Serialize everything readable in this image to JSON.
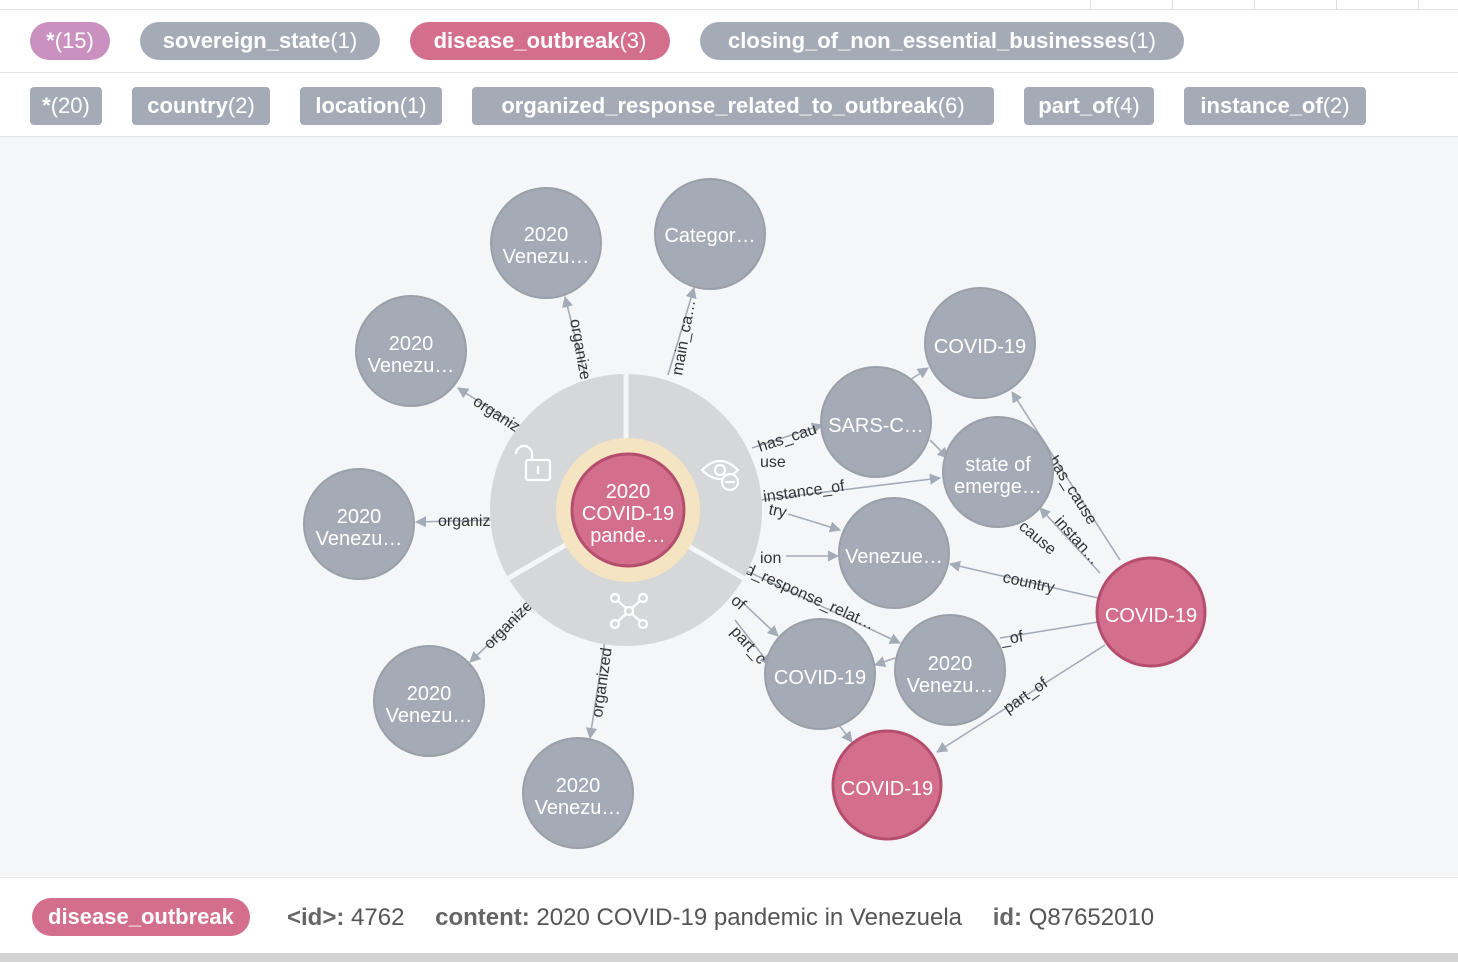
{
  "label_filters": [
    {
      "name": "*",
      "count": "(15)",
      "color": "#c990c0"
    },
    {
      "name": "sovereign_state",
      "count": "(1)",
      "color": "#a5abb6"
    },
    {
      "name": "disease_outbreak",
      "count": "(3)",
      "color": "#d36f8c"
    },
    {
      "name": "closing_of_non_essential_businesses",
      "count": "(1)",
      "color": "#a5abb6"
    }
  ],
  "relationship_filters": [
    {
      "name": "*",
      "count": "(20)"
    },
    {
      "name": "country",
      "count": "(2)"
    },
    {
      "name": "location",
      "count": "(1)"
    },
    {
      "name": "organized_response_related_to_outbreak",
      "count": "(6)"
    },
    {
      "name": "part_of",
      "count": "(4)"
    },
    {
      "name": "instance_of",
      "count": "(2)"
    }
  ],
  "colors": {
    "gray_node": "#a5abb6",
    "pink_node": "#d36f8c",
    "pink_stroke": "#b54e6e",
    "gray_stroke": "#9a9fa8",
    "edge": "#a5abb6"
  },
  "graph": {
    "nodes": [
      {
        "id": "center",
        "line1": "2020",
        "line2": "COVID-19",
        "line3": "pande…",
        "color": "pink",
        "selected": true
      },
      {
        "id": "v_top",
        "line1": "2020",
        "line2": "Venezu…",
        "color": "gray"
      },
      {
        "id": "categ",
        "line1": "Categor…",
        "line2": "",
        "color": "gray"
      },
      {
        "id": "v_ul",
        "line1": "2020",
        "line2": "Venezu…",
        "color": "gray"
      },
      {
        "id": "v_left",
        "line1": "2020",
        "line2": "Venezu…",
        "color": "gray"
      },
      {
        "id": "v_ll",
        "line1": "2020",
        "line2": "Venezu…",
        "color": "gray"
      },
      {
        "id": "v_bot",
        "line1": "2020",
        "line2": "Venezu…",
        "color": "gray"
      },
      {
        "id": "covid_tr",
        "line1": "COVID-19",
        "line2": "",
        "color": "gray"
      },
      {
        "id": "sars",
        "line1": "SARS-C…",
        "line2": "",
        "color": "gray"
      },
      {
        "id": "state",
        "line1": "state of",
        "line2": "emerge…",
        "color": "gray"
      },
      {
        "id": "venezue",
        "line1": "Venezue…",
        "line2": "",
        "color": "gray"
      },
      {
        "id": "covid_mid",
        "line1": "COVID-19",
        "line2": "",
        "color": "gray"
      },
      {
        "id": "v_mid",
        "line1": "2020",
        "line2": "Venezu…",
        "color": "gray"
      },
      {
        "id": "covid_right",
        "line1": "COVID-19",
        "line2": "",
        "color": "pink"
      },
      {
        "id": "covid_bot",
        "line1": "COVID-19",
        "line2": "",
        "color": "pink"
      }
    ],
    "edge_labels": {
      "organize_top": "organize",
      "main_ca": "main_ca…",
      "organiz_ul": "organiz",
      "organiz_left": "organiz",
      "organize_ll": "organize",
      "organized_bot": "organized",
      "has_cau": "has_cau",
      "use": "use",
      "instance_of": "instance_of",
      "try": "try",
      "ion": "ion",
      "organized_response": "organized_response_relat…",
      "of_a": "of",
      "part_c": "part_c",
      "has_cause": "has_cause",
      "cause": "cause",
      "instan": "instan…",
      "country": "country",
      "of_b": "_of",
      "part_of": "part_of"
    }
  },
  "footer": {
    "label": "disease_outbreak",
    "id_key": "<id>:",
    "id_value": "4762",
    "content_key": "content:",
    "content_value": "2020 COVID-19 pandemic in Venezuela",
    "qid_key": "id:",
    "qid_value": "Q87652010"
  }
}
